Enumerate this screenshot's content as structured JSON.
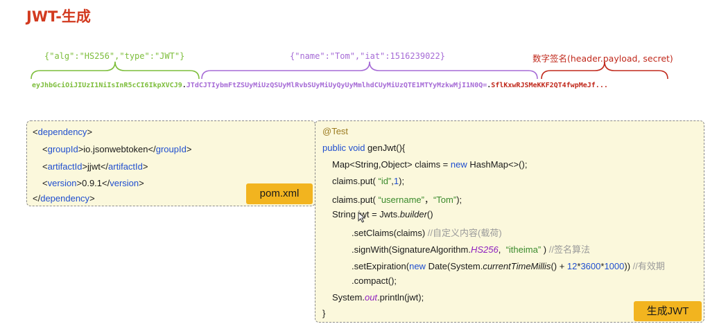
{
  "title": "JWT-生成",
  "jwt": {
    "header_label": "{\"alg\":\"HS256\",\"type\":\"JWT\"}",
    "payload_label": "{\"name\":\"Tom\",\"iat\":1516239022}",
    "signature_label": "数字签名(header.payload, secret)",
    "header_token": "eyJhbGciOiJIUzI1NiIsInR5cCI6IkpXVCJ9",
    "dot1": ".",
    "payload_token": "JTdCJTIybmFtZSUyMiUzQSUyMlRvbSUyMiUyQyUyMmlhdCUyMiUzQTE1MTYyMzkwMjI1N0Q=",
    "dot2": ".",
    "signature_token": "SflKxwRJSMeKKF2QT4fwpMeJf...",
    "colors": {
      "header": "#7cbd3a",
      "payload": "#a66bd6",
      "signature": "#c0281b"
    }
  },
  "pom": {
    "lines": [
      {
        "open": "<",
        "tag": "dependency",
        "close": ">",
        "text": ""
      },
      {
        "open": "<",
        "tag": "groupId",
        "mid": ">io.jsonwebtoken</",
        "tag2": "groupId",
        "close": ">"
      },
      {
        "open": "<",
        "tag": "artifactId",
        "mid": ">jjwt</",
        "tag2": "artifactId",
        "close": ">"
      },
      {
        "open": "<",
        "tag": "version",
        "mid": ">0.9.1</",
        "tag2": "version",
        "close": ">"
      },
      {
        "open": "</",
        "tag": "dependency",
        "close": ">",
        "text": ""
      }
    ],
    "badge": "pom.xml"
  },
  "code": {
    "annotation": "@Test",
    "l1_kw": "public void",
    "l1_rest": " genJwt(){",
    "l2_a": "Map<String,Object> claims = ",
    "l2_kw": "new",
    "l2_b": " HashMap<>();",
    "l3_a": "claims.put(",
    "l3_str": "“id”",
    "l3_b": ",",
    "l3_num": "1",
    "l3_c": ");",
    "l4_a": "claims.put(",
    "l4_str1": "“username”",
    "l4_b": "，",
    "l4_str2": "“Tom”",
    "l4_c": ");",
    "l5_a": "String jwt = Jwts.",
    "l5_it": "builder",
    "l5_b": "()",
    "l6_a": ".setClaims(claims) ",
    "l6_cm": "//自定义内容(载荷)",
    "l7_a": ".signWith(SignatureAlgorithm.",
    "l7_fld": "HS256",
    "l7_b": ", ",
    "l7_str": "“itheima”",
    "l7_c": ") ",
    "l7_cm": "//签名算法",
    "l8_a": ".setExpiration(",
    "l8_kw": "new",
    "l8_b": " Date(System.",
    "l8_it": "currentTimeMillis",
    "l8_c": "() + ",
    "l8_n1": "12",
    "l8_d": "*",
    "l8_n2": "3600",
    "l8_e": "*",
    "l8_n3": "1000",
    "l8_f": ")) ",
    "l8_cm": "//有效期",
    "l9": ".compact();",
    "l10_a": "System.",
    "l10_fld": "out",
    "l10_b": ".println(jwt);",
    "l11": "}",
    "badge": "生成JWT"
  }
}
